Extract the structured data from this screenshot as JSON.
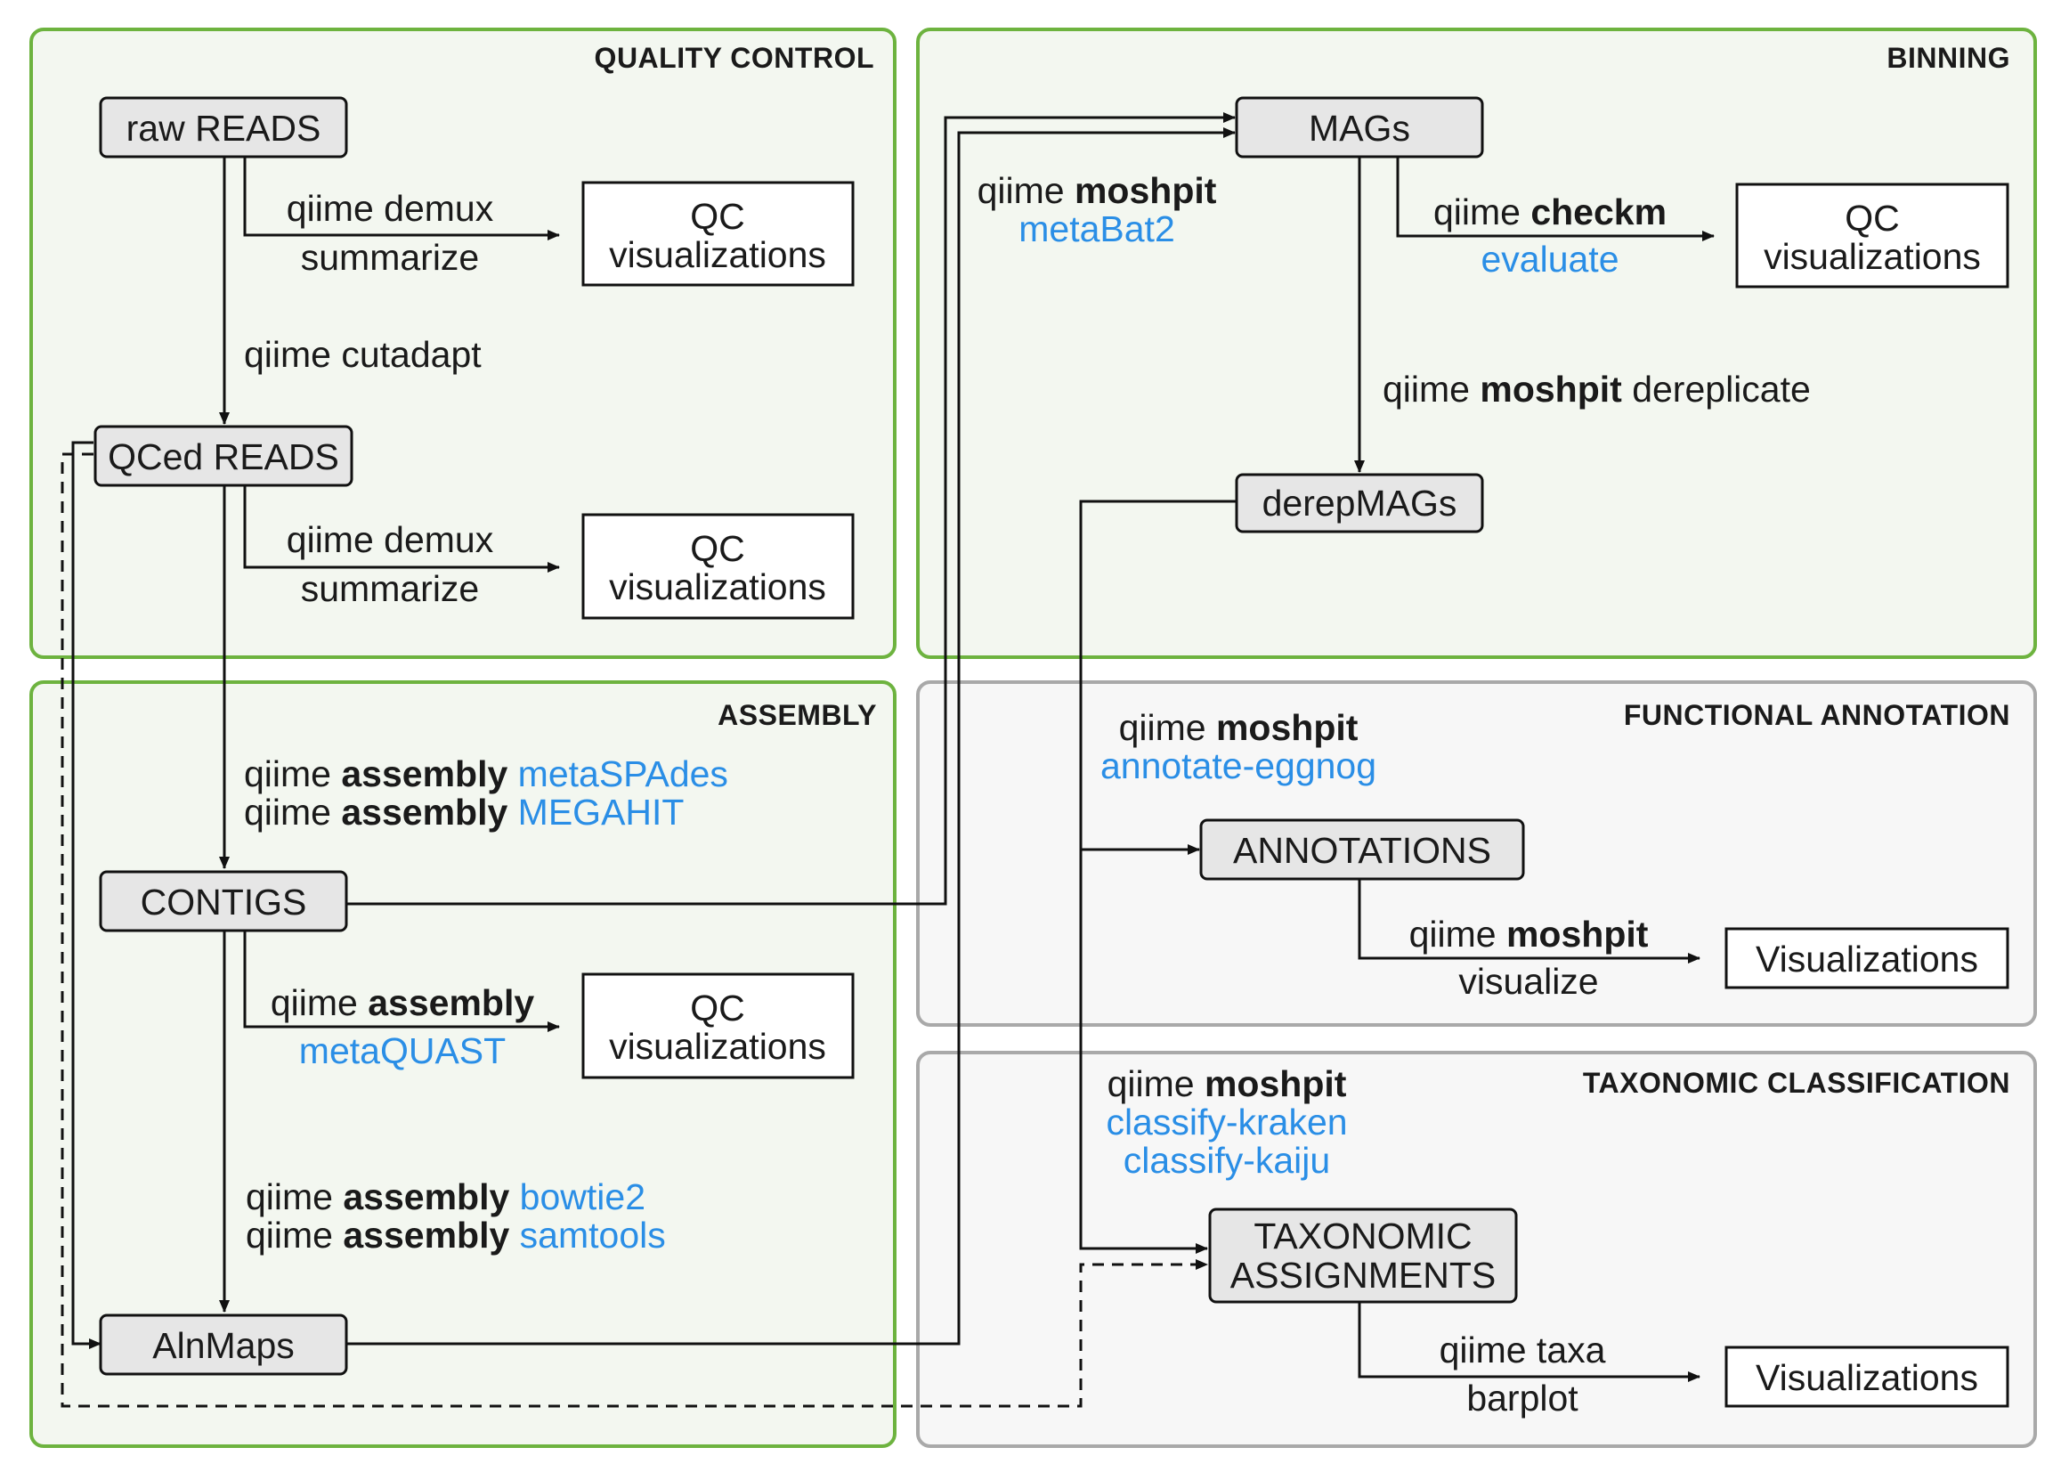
{
  "sections": {
    "qc": "QUALITY CONTROL",
    "binning": "BINNING",
    "assembly": "ASSEMBLY",
    "functional": "FUNCTIONAL ANNOTATION",
    "taxonomic": "TAXONOMIC CLASSIFICATION"
  },
  "nodes": {
    "raw_reads": "raw READS",
    "qced_reads": "QCed READS",
    "contigs": "CONTIGS",
    "alnmaps": "AlnMaps",
    "mags": "MAGs",
    "derepmags": "derepMAGs",
    "annotations": "ANNOTATIONS",
    "tax_line1": "TAXONOMIC",
    "tax_line2": "ASSIGNMENTS",
    "qc_vis_1_line1": "QC",
    "qc_vis_1_line2": "visualizations",
    "qc_vis_2_line1": "QC",
    "qc_vis_2_line2": "visualizations",
    "qc_vis_3_line1": "QC",
    "qc_vis_3_line2": "visualizations",
    "qc_vis_4_line1": "QC",
    "qc_vis_4_line2": "visualizations",
    "vis_annot": "Visualizations",
    "vis_tax": "Visualizations"
  },
  "labels": {
    "demux1_a": "qiime demux",
    "demux1_b": "summarize",
    "cutadapt": "qiime cutadapt",
    "demux2_a": "qiime demux",
    "demux2_b": "summarize",
    "asm_qiime_1": "qiime ",
    "asm_plugin_1": "assembly",
    "asm_action_1": " metaSPAdes",
    "asm_qiime_2": "qiime ",
    "asm_plugin_2": "assembly",
    "asm_action_2": " MEGAHIT",
    "quast_qiime": "qiime ",
    "quast_plugin": "assembly",
    "quast_action": "metaQUAST",
    "map_qiime_1": "qiime ",
    "map_plugin_1": "assembly",
    "map_action_1": " bowtie2",
    "map_qiime_2": "qiime ",
    "map_plugin_2": "assembly",
    "map_action_2": " samtools",
    "bin_qiime": "qiime ",
    "bin_plugin": "moshpit",
    "bin_action": "metaBat2",
    "checkm_qiime": "qiime ",
    "checkm_plugin": "checkm",
    "checkm_action": "evaluate",
    "derep_qiime": "qiime ",
    "derep_plugin": "moshpit",
    "derep_action": " dereplicate",
    "eggnog_qiime": "qiime ",
    "eggnog_plugin": "moshpit",
    "eggnog_action": "annotate-eggnog",
    "annviz_qiime": "qiime ",
    "annviz_plugin": "moshpit",
    "annviz_action": "visualize",
    "kraken_qiime": "qiime ",
    "kraken_plugin": "moshpit",
    "kraken_action": "classify-kraken",
    "kaiju_action": "classify-kaiju",
    "taxa_a": "qiime taxa",
    "taxa_b": "barplot"
  },
  "colors": {
    "green_border": "#6db33f",
    "green_fill": "#f3f7f0",
    "gray_border": "#a9a9a9",
    "gray_fill": "#f7f7f7",
    "node_fill": "#e6e6e6",
    "action_blue": "#2a8ee6"
  }
}
